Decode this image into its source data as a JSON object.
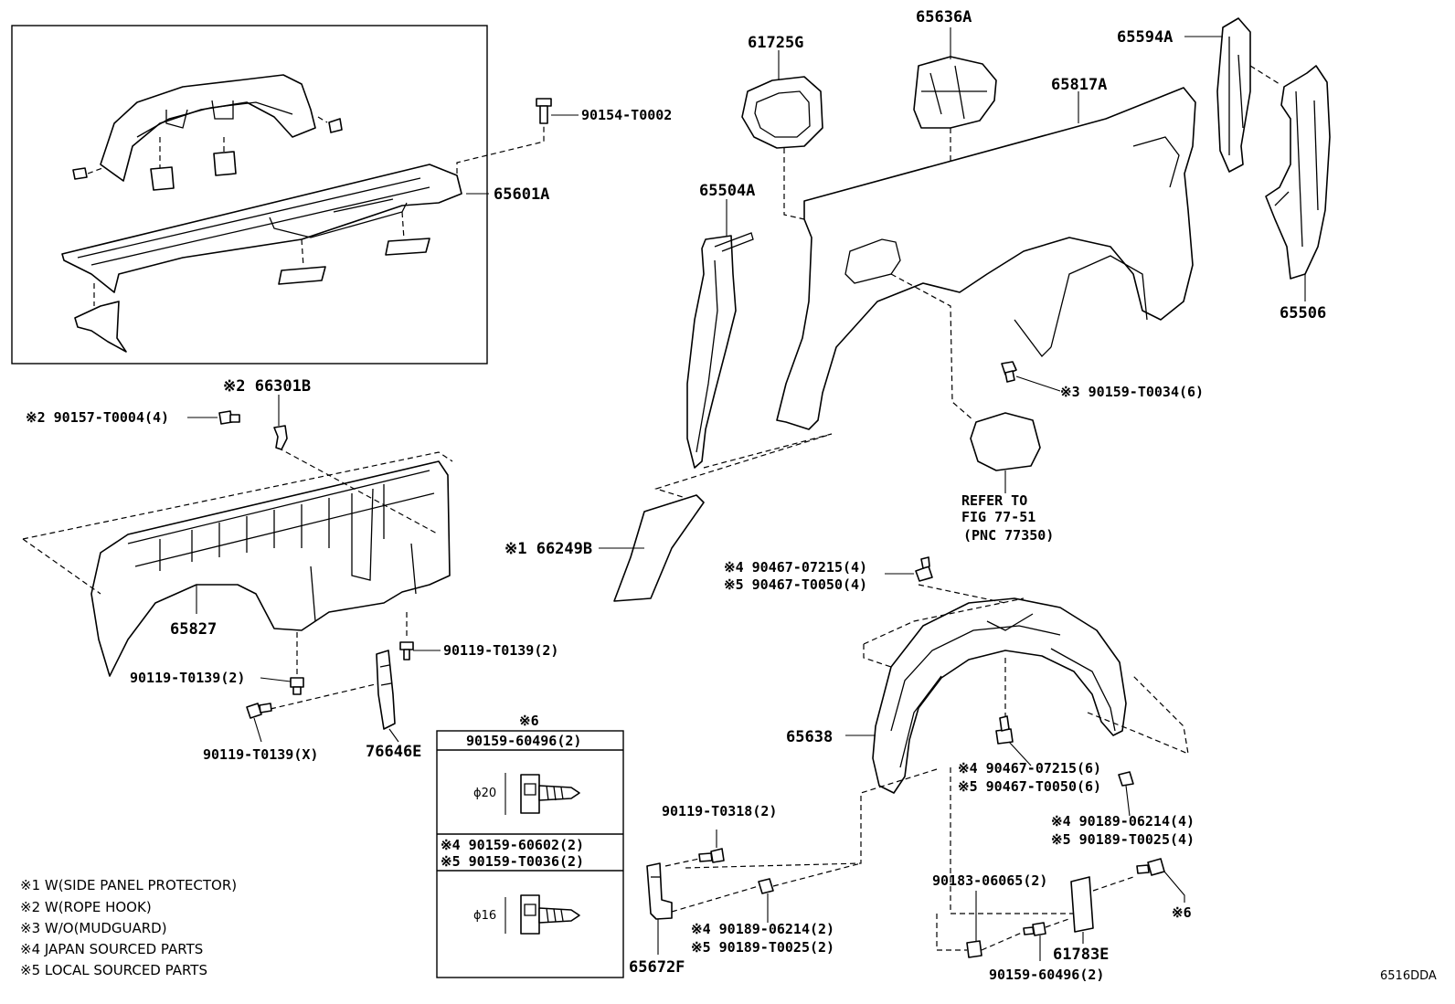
{
  "labels": {
    "p65636A": "65636A",
    "p61725G": "61725G",
    "p65594A": "65594A",
    "p65817A": "65817A",
    "p90154": "90154-T0002",
    "p65601A": "65601A",
    "p65504A": "65504A",
    "p65506": "65506",
    "p66301B": "※2 66301B",
    "p90157": "※2 90157-T0004(4)",
    "p90159_T0034": "※3 90159-T0034(6)",
    "refer_1": "REFER TO",
    "refer_2": "FIG 77-51",
    "refer_3": "(PNC 77350)",
    "p66249B": "※1 66249B",
    "p90467_07215_top": "※4 90467-07215(4)",
    "p90467_T0050_top": "※5 90467-T0050(4)",
    "p65827": "65827",
    "p90119_right": "90119-T0139(2)",
    "p90119_left": "90119-T0139(2)",
    "p90119_x": "90119-T0139(X)",
    "p76646E": "76646E",
    "p65638": "65638",
    "p90467_07215_bot": "※4 90467-07215(6)",
    "p90467_T0050_bot": "※5 90467-T0050(6)",
    "p90189_06214_right": "※4 90189-06214(4)",
    "p90189_T0025_right": "※5 90189-T0025(4)",
    "p90119_T0318": "90119-T0318(2)",
    "p90189_06214_bot": "※4 90189-06214(2)",
    "p90189_T0025_bot": "※5 90189-T0025(2)",
    "p65672F": "65672F",
    "p90183": "90183-06065(2)",
    "p61783E": "61783E",
    "p6": "※6",
    "p90159_bot": "90159-60496(2)"
  },
  "fastener_table": {
    "header": "※6",
    "row1_part": "90159-60496(2)",
    "row1_dim": "ϕ20",
    "row2_part_a": "※4 90159-60602(2)",
    "row2_part_b": "※5 90159-T0036(2)",
    "row2_dim": "ϕ16"
  },
  "notes": [
    "※1 W(SIDE PANEL PROTECTOR)",
    "※2 W(ROPE HOOK)",
    "※3 W/O(MUDGUARD)",
    "※4 JAPAN SOURCED PARTS",
    "※5 LOCAL SOURCED PARTS"
  ],
  "figure_code": "6516DDA"
}
